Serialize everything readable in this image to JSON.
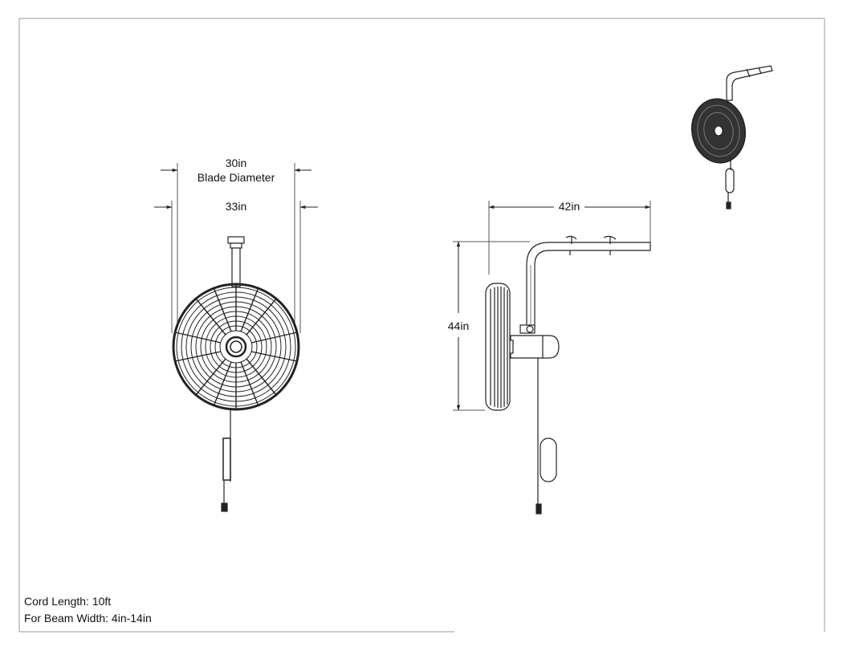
{
  "front_view": {
    "blade_dim_value": "30in",
    "blade_dim_label": "Blade Diameter",
    "overall_dim_value": "33in"
  },
  "side_view": {
    "arm_length": "42in",
    "height": "44in"
  },
  "notes": {
    "cord_length": "Cord Length: 10ft",
    "beam_width": "For Beam Width: 4in-14in"
  }
}
